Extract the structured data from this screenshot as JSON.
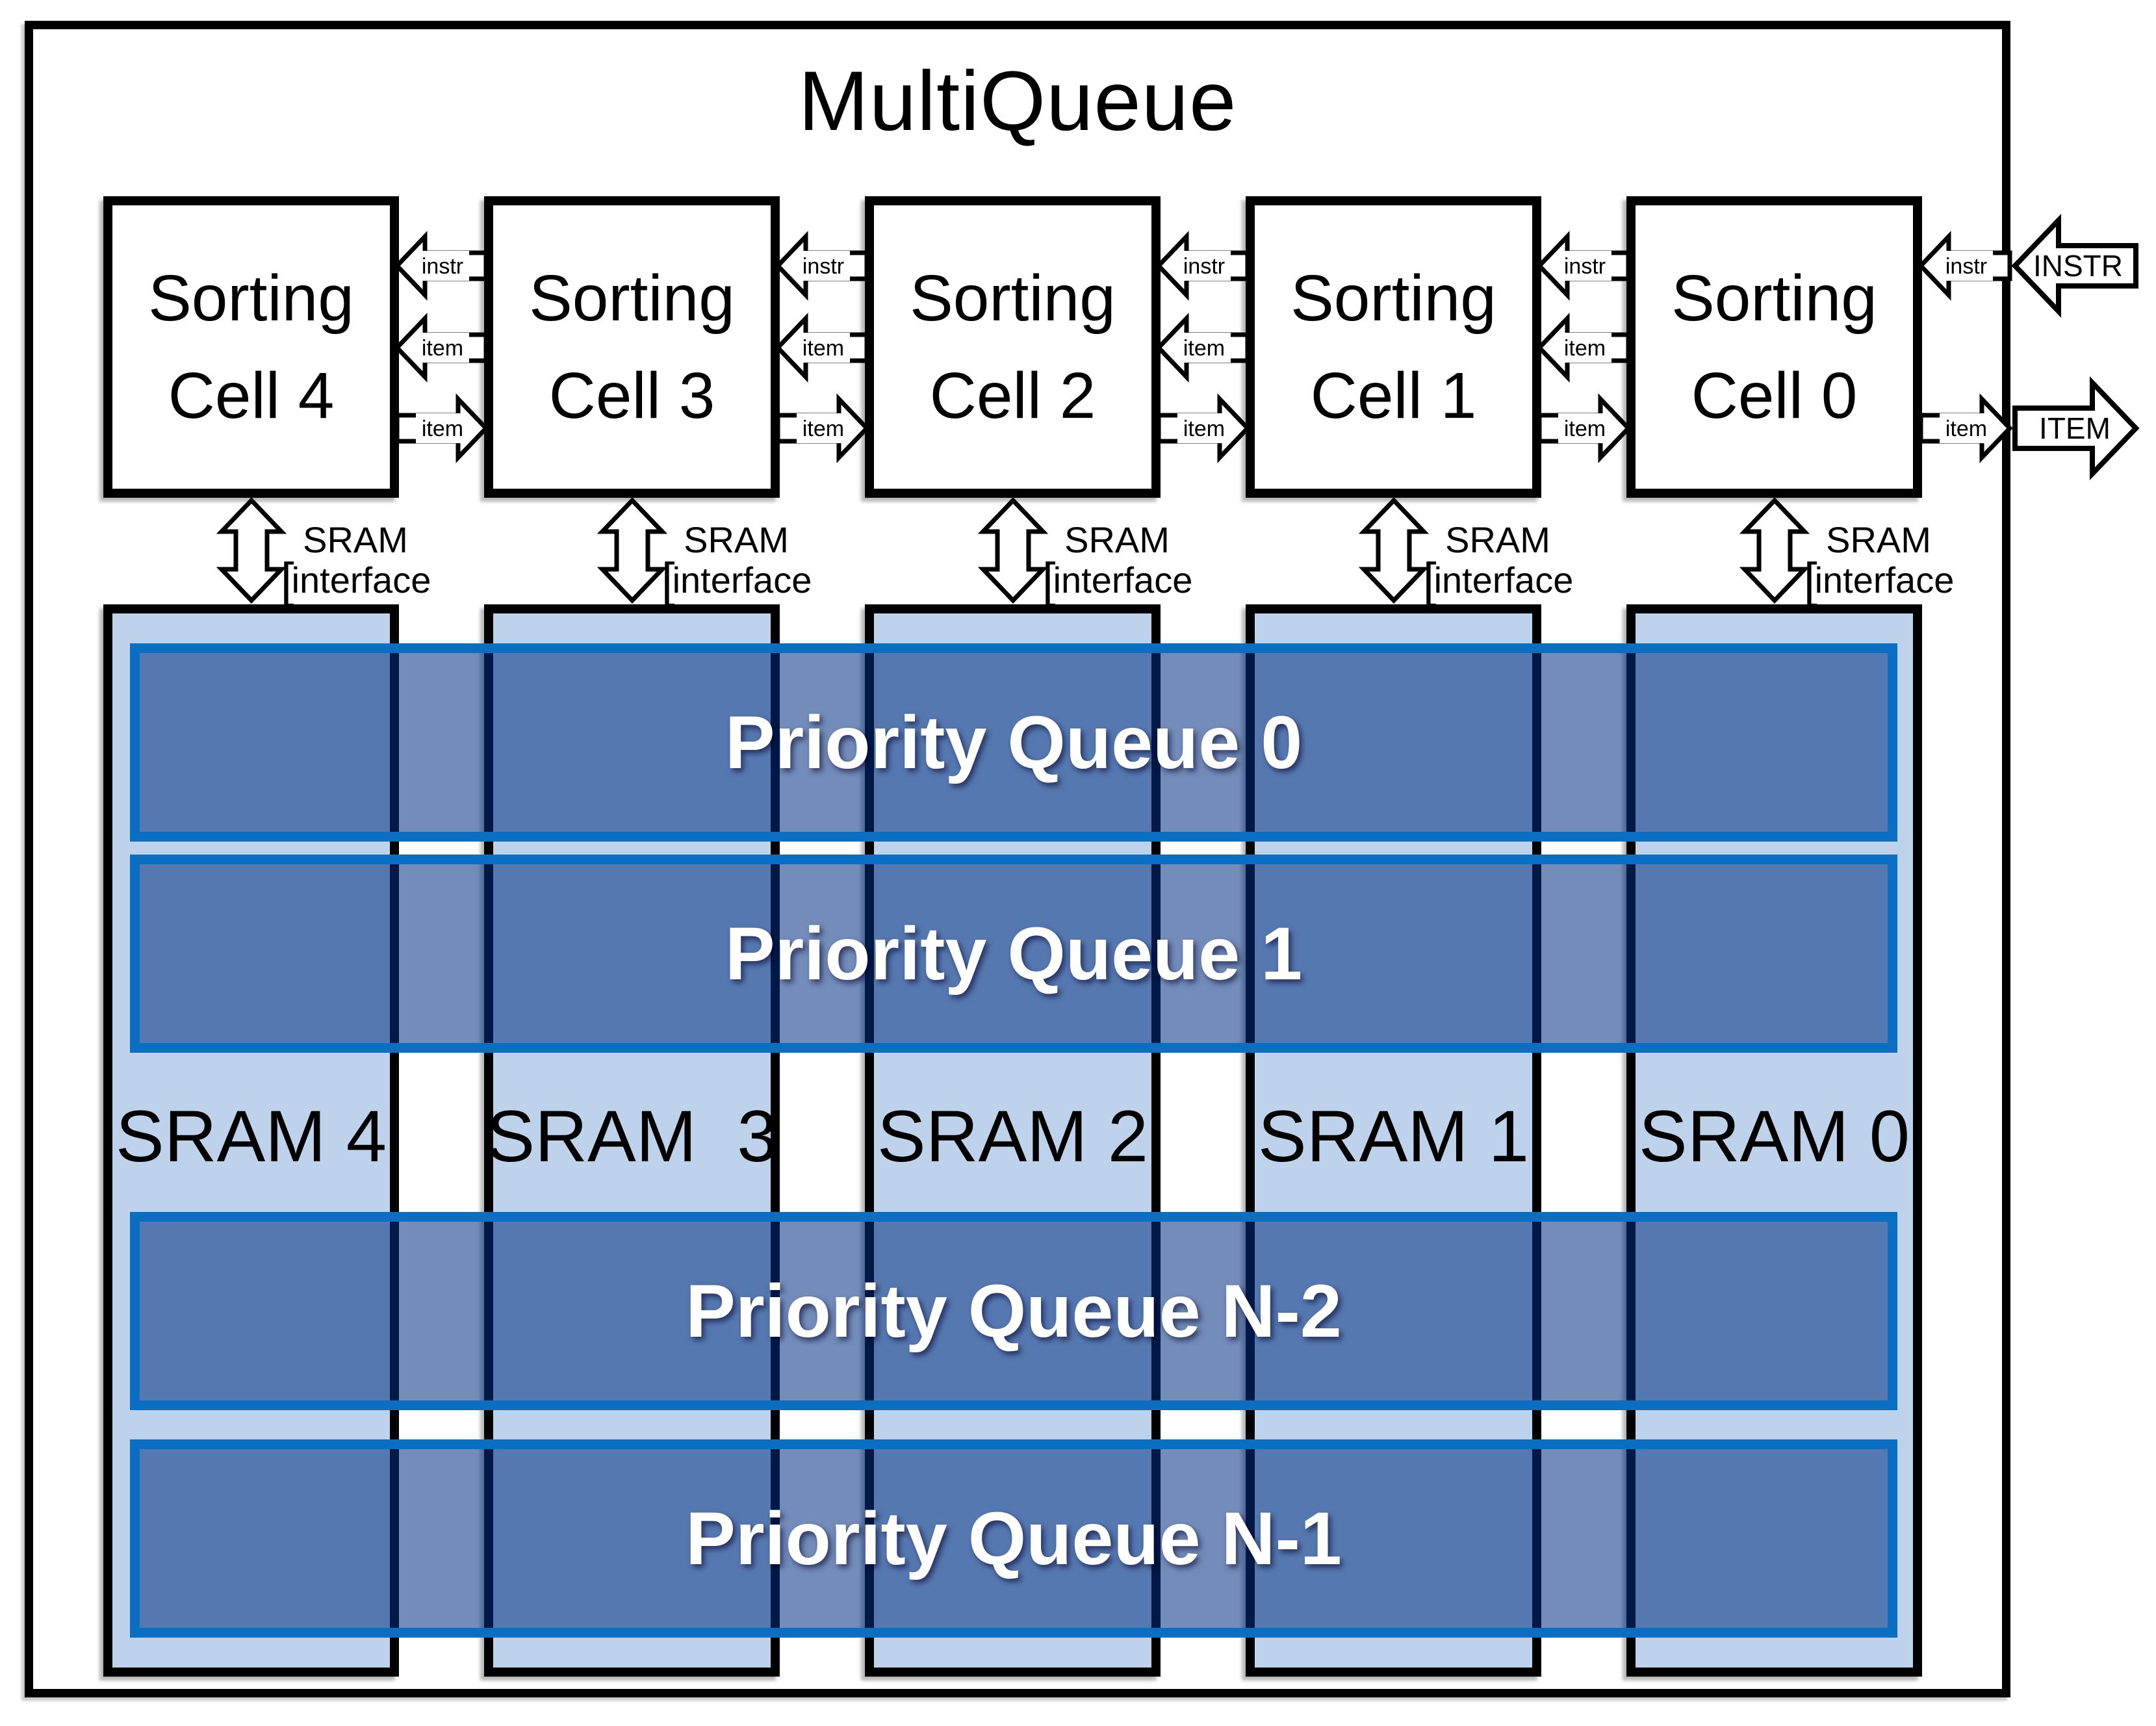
{
  "title": "MultiQueue",
  "cells": [
    {
      "line1": "Sorting",
      "line2": "Cell 4"
    },
    {
      "line1": "Sorting",
      "line2": "Cell 3"
    },
    {
      "line1": "Sorting",
      "line2": "Cell 2"
    },
    {
      "line1": "Sorting",
      "line2": "Cell 1"
    },
    {
      "line1": "Sorting",
      "line2": "Cell 0"
    }
  ],
  "arrows": {
    "instr_label": "instr",
    "item_label": "item"
  },
  "io": {
    "instr_in_label": "instr",
    "instr_bus_label": "INSTR",
    "item_out_label": "item",
    "item_bus_label": "ITEM"
  },
  "sram_interface": {
    "line1": "SRAM",
    "bracket": "[",
    "line2": "interface"
  },
  "srams": [
    "SRAM 4",
    "SRAM  3",
    "SRAM 2",
    "SRAM 1",
    "SRAM 0"
  ],
  "priority_queues": [
    "Priority Queue 0",
    "Priority Queue 1",
    "Priority Queue N-2",
    "Priority Queue N-1"
  ],
  "colors": {
    "outline": "#000000",
    "column_fill": "#bfd2eb",
    "pq_border": "#0a6fc3",
    "pq_fill": "rgba(0,45,130,0.55)",
    "text_on_bar": "#ffffff"
  }
}
